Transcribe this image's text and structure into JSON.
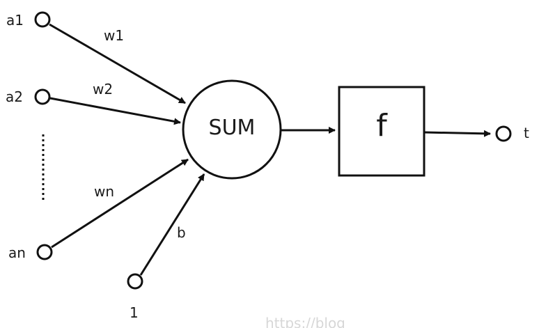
{
  "inputs": {
    "a1": "a1",
    "a2": "a2",
    "an": "an",
    "bias_input": "1"
  },
  "weights": {
    "w1": "w1",
    "w2": "w2",
    "wn": "wn",
    "b": "b"
  },
  "sum_node": "SUM",
  "activation_node": "f",
  "output": "t",
  "watermark": "https://blog"
}
